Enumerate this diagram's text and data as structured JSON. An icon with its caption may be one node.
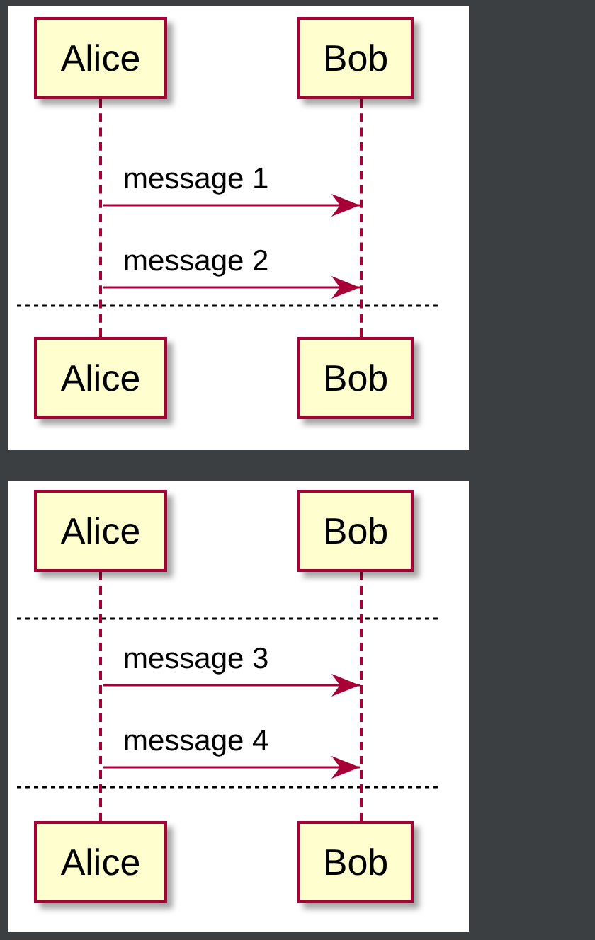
{
  "diagram": {
    "nodes": [
      {
        "text": [
          "Alice"
        ]
      },
      {
        "text": [
          "Bob"
        ]
      },
      {
        "text": [
          "Alice"
        ]
      },
      {
        "text": [
          "Bob"
        ]
      },
      {
        "text": [],
        "shape": "line"
      },
      {
        "text": [],
        "shape": "line"
      },
      {
        "text": [
          "Alice"
        ]
      },
      {
        "text": [
          "Bob"
        ]
      },
      {
        "text": [
          "Alice"
        ]
      },
      {
        "text": [
          "Bob"
        ]
      },
      {
        "text": [],
        "shape": "line"
      },
      {
        "text": [],
        "shape": "line"
      }
    ],
    "edges": [
      {
        "from": 4,
        "to": 5,
        "arrow": "to",
        "label": "message 1"
      },
      {
        "from": 4,
        "to": 5,
        "arrow": "to",
        "label": "message 2"
      },
      {
        "from": 10,
        "to": 11,
        "arrow": "to",
        "label": "message 3"
      },
      {
        "from": 10,
        "to": 11,
        "arrow": "to",
        "label": "message 4"
      }
    ]
  }
}
